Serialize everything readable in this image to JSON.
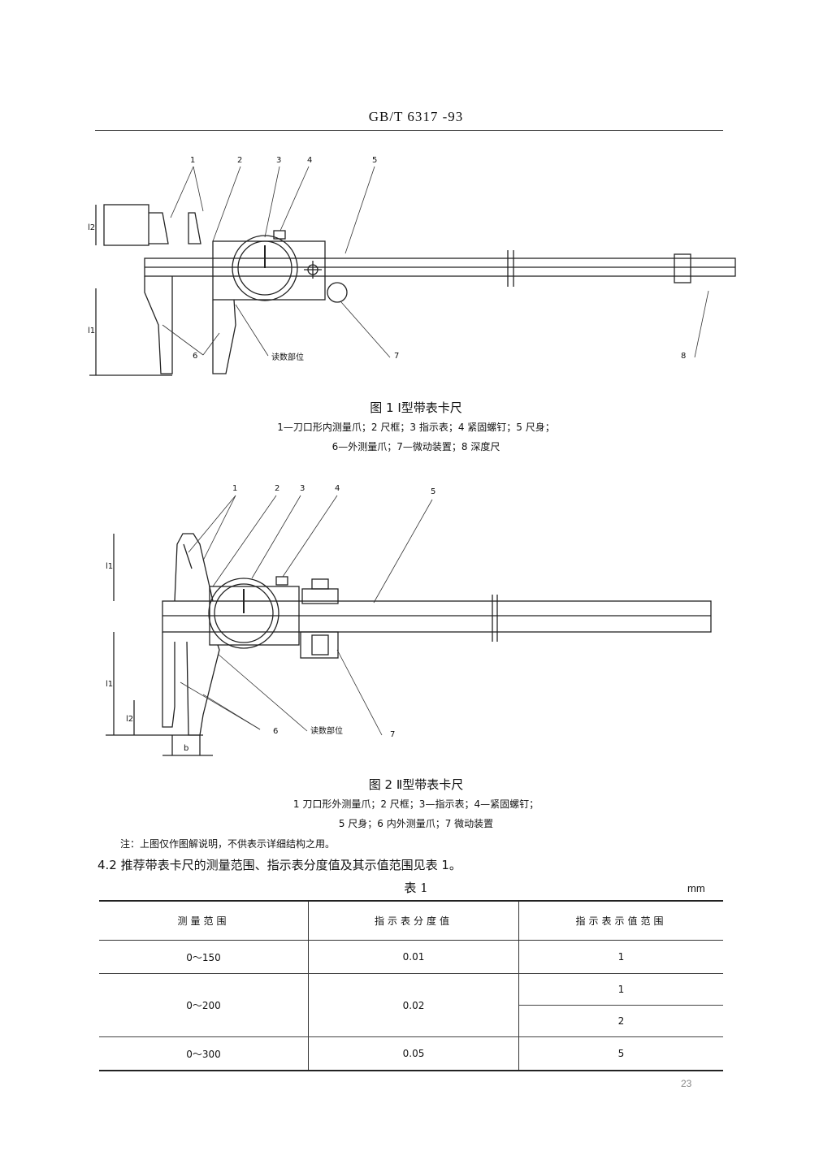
{
  "header": {
    "title": "GB/T 6317 -93"
  },
  "figure1": {
    "callouts": [
      "1",
      "2",
      "3",
      "4",
      "5",
      "6",
      "7",
      "8"
    ],
    "dims": [
      "l2",
      "l1"
    ],
    "reading_label": "读数部位",
    "caption_title": "图 1   Ⅰ型带表卡尺",
    "caption_line1": "1—刀口形内测量爪；2  尺框；3  指示表；4  紧固螺钉；5  尺身；",
    "caption_line2": "6—外测量爪；7—微动装置；8  深度尺"
  },
  "figure2": {
    "callouts": [
      "1",
      "2",
      "3",
      "4",
      "5",
      "6",
      "7"
    ],
    "dims": [
      "l1",
      "l1",
      "l2",
      "b"
    ],
    "reading_label": "读数部位",
    "caption_title": "图 2   Ⅱ型带表卡尺",
    "caption_line1": "1  刀口形外测量爪；2  尺框；3—指示表；4—紧固螺钉；",
    "caption_line2": "5  尺身；6  内外测量爪；7  微动装置"
  },
  "note": "注：上图仅作图解说明，不供表示详细结构之用。",
  "paragraph": "4.2  推荐带表卡尺的测量范围、指示表分度值及其示值范围见表 1。",
  "table": {
    "title": "表 1",
    "unit": "mm",
    "headers": [
      "测量范围",
      "指示表分度值",
      "指示表示值范围"
    ],
    "rows": [
      {
        "range": "0～150",
        "division": "0.01",
        "indication": [
          "1"
        ]
      },
      {
        "range": "0～200",
        "division": "0.02",
        "indication": [
          "1",
          "2"
        ]
      },
      {
        "range": "0～300",
        "division": "0.05",
        "indication": [
          "5"
        ]
      }
    ]
  },
  "page_number": "23"
}
